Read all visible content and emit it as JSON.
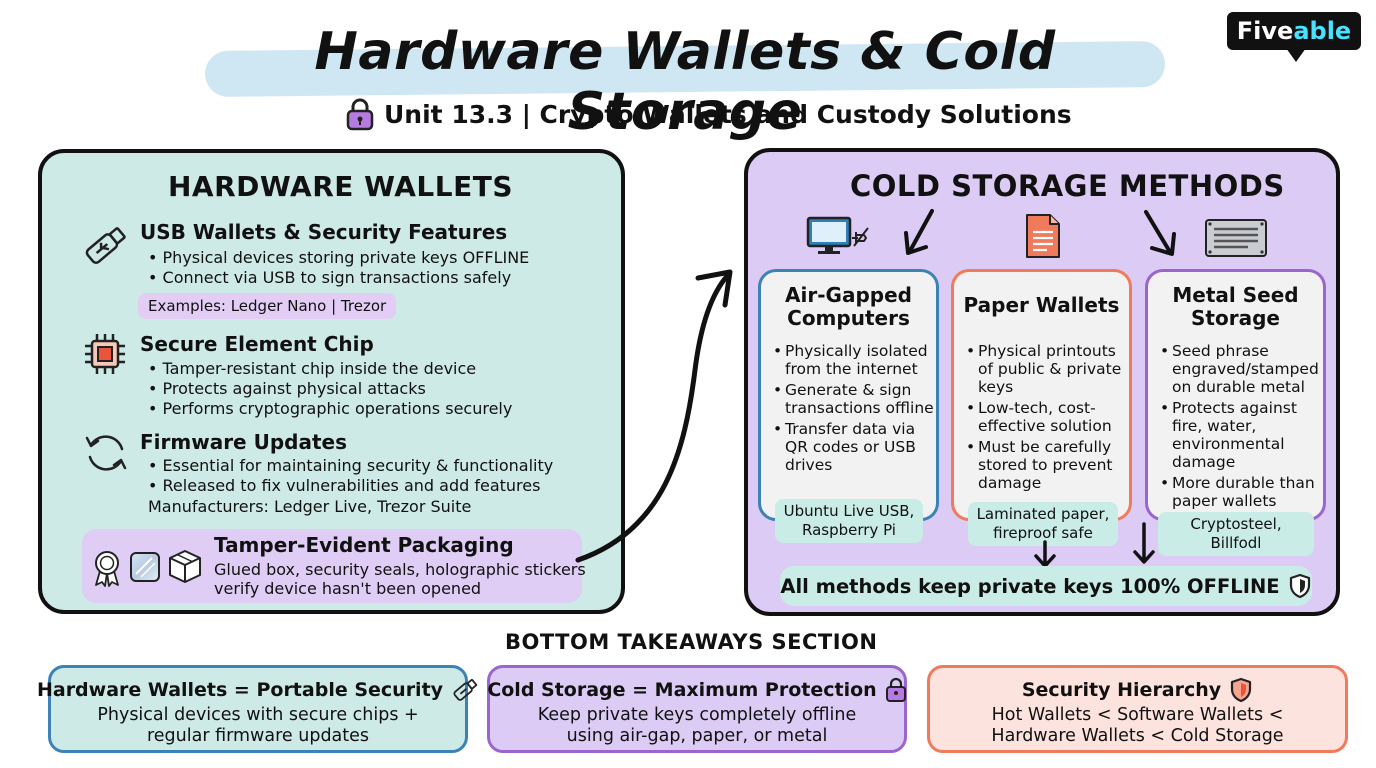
{
  "header": {
    "title": "Hardware Wallets & Cold Storage",
    "subtitle": "Unit 13.3 | Crypto Wallets and Custody Solutions",
    "subtitle_icon": "padlock-icon"
  },
  "brand": {
    "part1": "Five",
    "part2": "able"
  },
  "hardware_wallets": {
    "title": "HARDWARE WALLETS",
    "sections": [
      {
        "icon": "usb-drive-icon",
        "title": "USB Wallets & Security Features",
        "bullets": [
          "Physical devices storing private keys OFFLINE",
          "Connect via USB to sign transactions safely"
        ],
        "tag": "Examples: Ledger Nano | Trezor"
      },
      {
        "icon": "chip-icon",
        "title": "Secure Element Chip",
        "bullets": [
          "Tamper-resistant chip inside the device",
          "Protects against physical attacks",
          "Performs cryptographic operations securely"
        ]
      },
      {
        "icon": "refresh-icon",
        "title": "Firmware Updates",
        "bullets": [
          "Essential for maintaining security & functionality",
          "Released to fix vulnerabilities and add features"
        ],
        "note": "Manufacturers: Ledger Live, Trezor Suite"
      }
    ],
    "tamper": {
      "title": "Tamper-Evident Packaging",
      "lines": [
        "Glued box, security seals, holographic stickers",
        "verify device hasn't been opened"
      ],
      "icons": [
        "seal-badge-icon",
        "holographic-sticker-icon",
        "box-icon"
      ]
    }
  },
  "cold_storage": {
    "title": "COLD STORAGE METHODS",
    "icons": [
      "offline-computer-icon",
      "paper-document-icon",
      "metal-plate-icon"
    ],
    "cards": [
      {
        "title_lines": [
          "Air-Gapped",
          "Computers"
        ],
        "bullets": [
          "Physically isolated from the internet",
          "Generate & sign transactions offline",
          "Transfer data via QR codes or USB drives"
        ],
        "example_lines": [
          "Ubuntu Live USB,",
          "Raspberry Pi"
        ],
        "color": "#3b82b6"
      },
      {
        "title_lines": [
          "Paper Wallets"
        ],
        "bullets": [
          "Physical printouts of public & private keys",
          "Low-tech, cost-effective solution",
          "Must be carefully stored to prevent damage"
        ],
        "example_lines": [
          "Laminated paper,",
          "fireproof safe"
        ],
        "color": "#f07a5c"
      },
      {
        "title_lines": [
          "Metal Seed",
          "Storage"
        ],
        "bullets": [
          "Seed phrase engraved/stamped on durable metal",
          "Protects against fire, water, environmental damage",
          "More durable than paper wallets"
        ],
        "example_lines": [
          "Cryptosteel, Billfodl"
        ],
        "color": "#9b65d0"
      }
    ],
    "summary": "All methods keep private keys 100% OFFLINE",
    "summary_icon": "shield-icon"
  },
  "takeaways": {
    "heading": "BOTTOM TAKEAWAYS SECTION",
    "items": [
      {
        "title": "Hardware Wallets = Portable Security",
        "icon": "usb-drive-icon",
        "lines": [
          "Physical devices with secure chips +",
          "regular firmware updates"
        ],
        "color": "#3b82b6"
      },
      {
        "title": "Cold Storage = Maximum Protection",
        "icon": "padlock-icon",
        "lines": [
          "Keep private keys completely offline",
          "using air-gap, paper, or metal"
        ],
        "color": "#9b65d0"
      },
      {
        "title": "Security Hierarchy",
        "icon": "shield-icon",
        "lines": [
          "Hot Wallets < Software Wallets <",
          "Hardware Wallets < Cold Storage"
        ],
        "color": "#f07a5c"
      }
    ]
  }
}
